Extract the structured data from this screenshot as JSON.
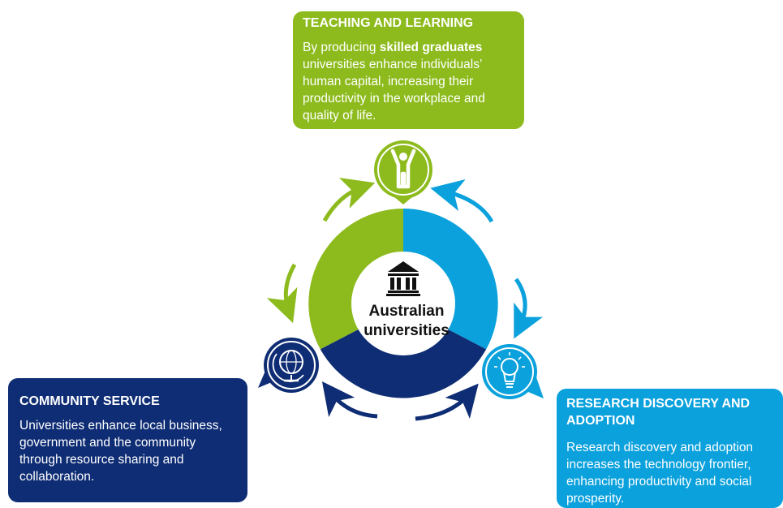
{
  "center": {
    "line1": "Australian",
    "line2": "universities",
    "icon": "university-building-icon"
  },
  "teaching": {
    "title": "TEACHING AND LEARNING",
    "body_pre": "By producing ",
    "body_bold": "skilled graduates",
    "body_post": " universities enhance individuals’ human capital, increasing their productivity in the workplace and quality of life.",
    "icon": "person-cheering-icon",
    "color": "#8dbb1d"
  },
  "community": {
    "title": "COMMUNITY SERVICE",
    "body": "Universities enhance local business, government and the community through resource sharing and collaboration.",
    "icon": "globe-icon",
    "color": "#0f2d74"
  },
  "research": {
    "title": "RESEARCH DISCOVERY AND ADOPTION",
    "body": "Research discovery and adoption increases the technology frontier, enhancing productivity and  social prosperity.",
    "icon": "lightbulb-icon",
    "color": "#0aa1dc"
  }
}
